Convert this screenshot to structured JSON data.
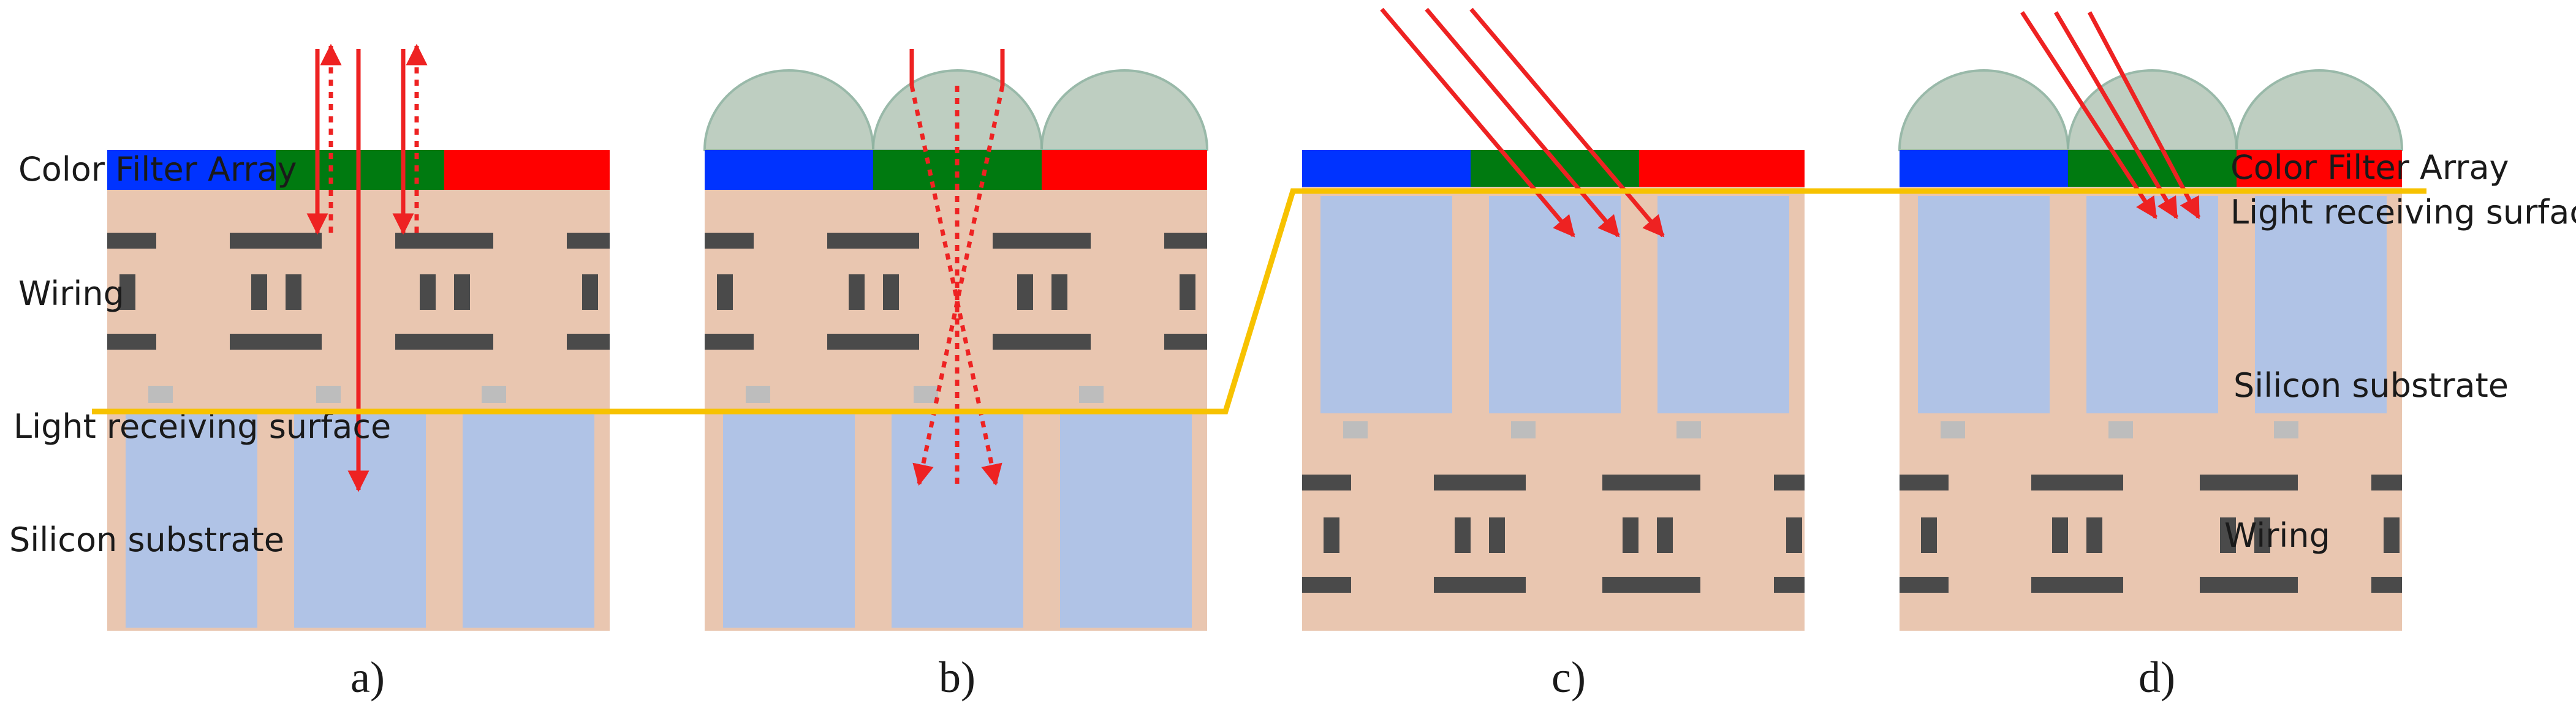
{
  "labels": {
    "color_filter_array": "Color Filter Array",
    "wiring": "Wiring",
    "light_receiving_surface": "Light receiving surface",
    "silicon_substrate": "Silicon substrate"
  },
  "panels": [
    {
      "caption": "a)",
      "microlenses": false,
      "wiring_above_substrate": true
    },
    {
      "caption": "b)",
      "microlenses": true,
      "wiring_above_substrate": true
    },
    {
      "caption": "c)",
      "microlenses": false,
      "wiring_above_substrate": false
    },
    {
      "caption": "d)",
      "microlenses": true,
      "wiring_above_substrate": false
    }
  ],
  "colors": {
    "layer": "#e9c6b0",
    "photodiode": "#b0c3e6",
    "wiring": "#4a4a4a",
    "contact": "#bdbdbd",
    "filter_blue": "#0033ff",
    "filter_green": "#007a10",
    "filter_red": "#ff0000",
    "microlens": "#b7c9bb",
    "light_ray": "#ee2222",
    "surface_line": "#f7c200"
  }
}
